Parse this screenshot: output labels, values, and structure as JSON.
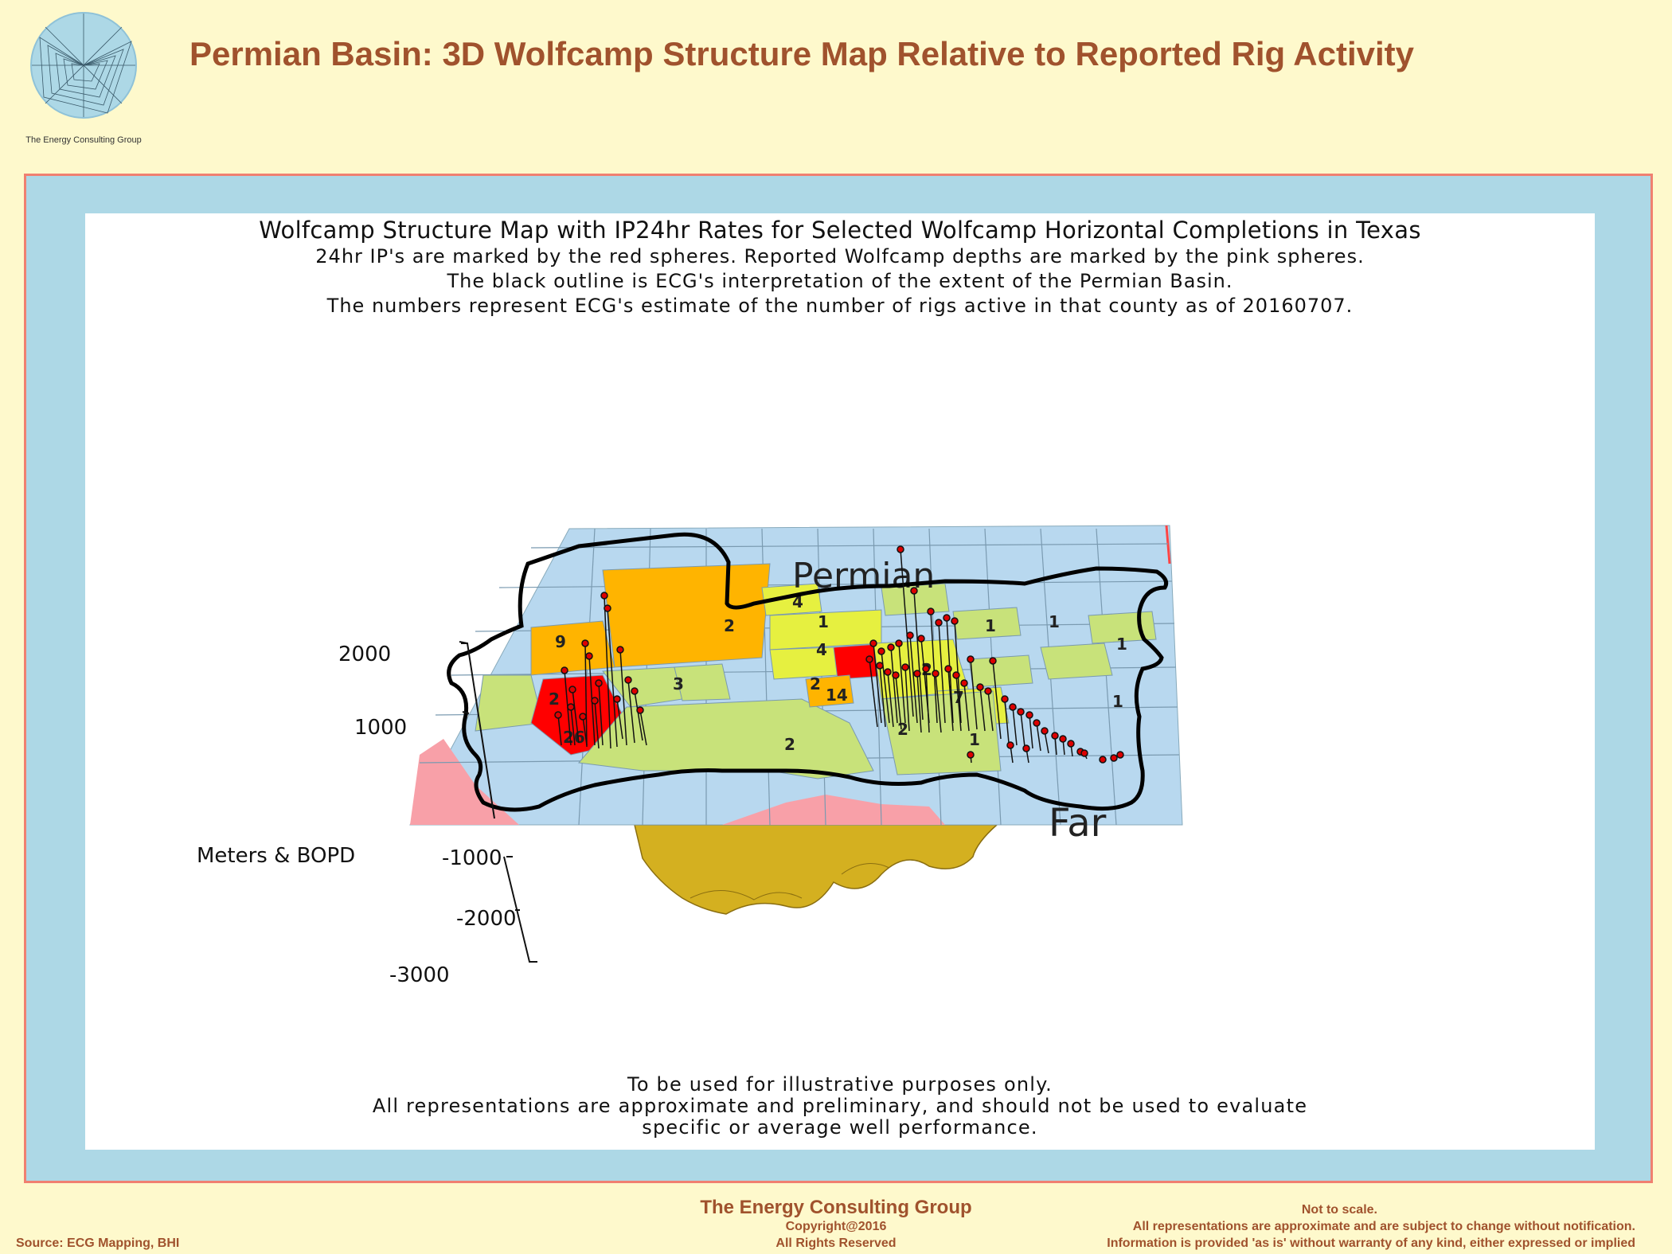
{
  "header": {
    "title": "Permian Basin:  3D Wolfcamp Structure Map Relative to Reported Rig Activity",
    "logo_caption": "The Energy Consulting Group"
  },
  "plot": {
    "title_line1": "Wolfcamp Structure Map with IP24hr Rates for Selected Wolfcamp Horizontal Completions in Texas",
    "title_line2": "24hr IP's are marked by the red spheres.  Reported Wolfcamp depths are marked by the pink spheres.",
    "title_line3": "The black outline is ECG's interpretation of the extent of the Permian Basin.",
    "title_line4": "The numbers represent ECG's estimate of the number of rigs active in that county as of 20160707.",
    "axis_title": "Meters & BOPD",
    "axis_ticks": [
      "2000",
      "1000",
      "-1000",
      "-2000",
      "-3000"
    ],
    "map_labels": [
      "Permian",
      "Far"
    ],
    "rig_counts": [
      "9",
      "2",
      "2",
      "3",
      "2",
      "26",
      "4",
      "1",
      "4",
      "2",
      "14",
      "7",
      "2",
      "1",
      "1",
      "1",
      "1",
      "1",
      "2"
    ],
    "disclaimer_line1": "To be used for illustrative purposes only.",
    "disclaimer_line2": "All representations are approximate and preliminary, and should not be used to evaluate",
    "disclaimer_line3": "specific or average well performance."
  },
  "footer": {
    "company": "The Energy Consulting Group",
    "copyright": "Copyright@2016",
    "rights": "All Rights Reserved",
    "source": "Source: ECG Mapping, BHI",
    "note1": "Not to scale.",
    "note2": "All representations are approximate and are subject to change without notification.",
    "note3": "Information is provided 'as is' without warranty of any kind, either expressed or implied"
  },
  "colors": {
    "title": "#a0522d",
    "background": "#fef9cc",
    "frame": "#add8e6",
    "frame_border": "#f08070",
    "county_blue": "#b8d8ef",
    "county_lime": "#c8e27a",
    "county_yellow": "#e6f040",
    "county_orange": "#ffb400",
    "county_red": "#ff0000",
    "structure_gold": "#d4b020",
    "well_marker": "#dd0000"
  }
}
